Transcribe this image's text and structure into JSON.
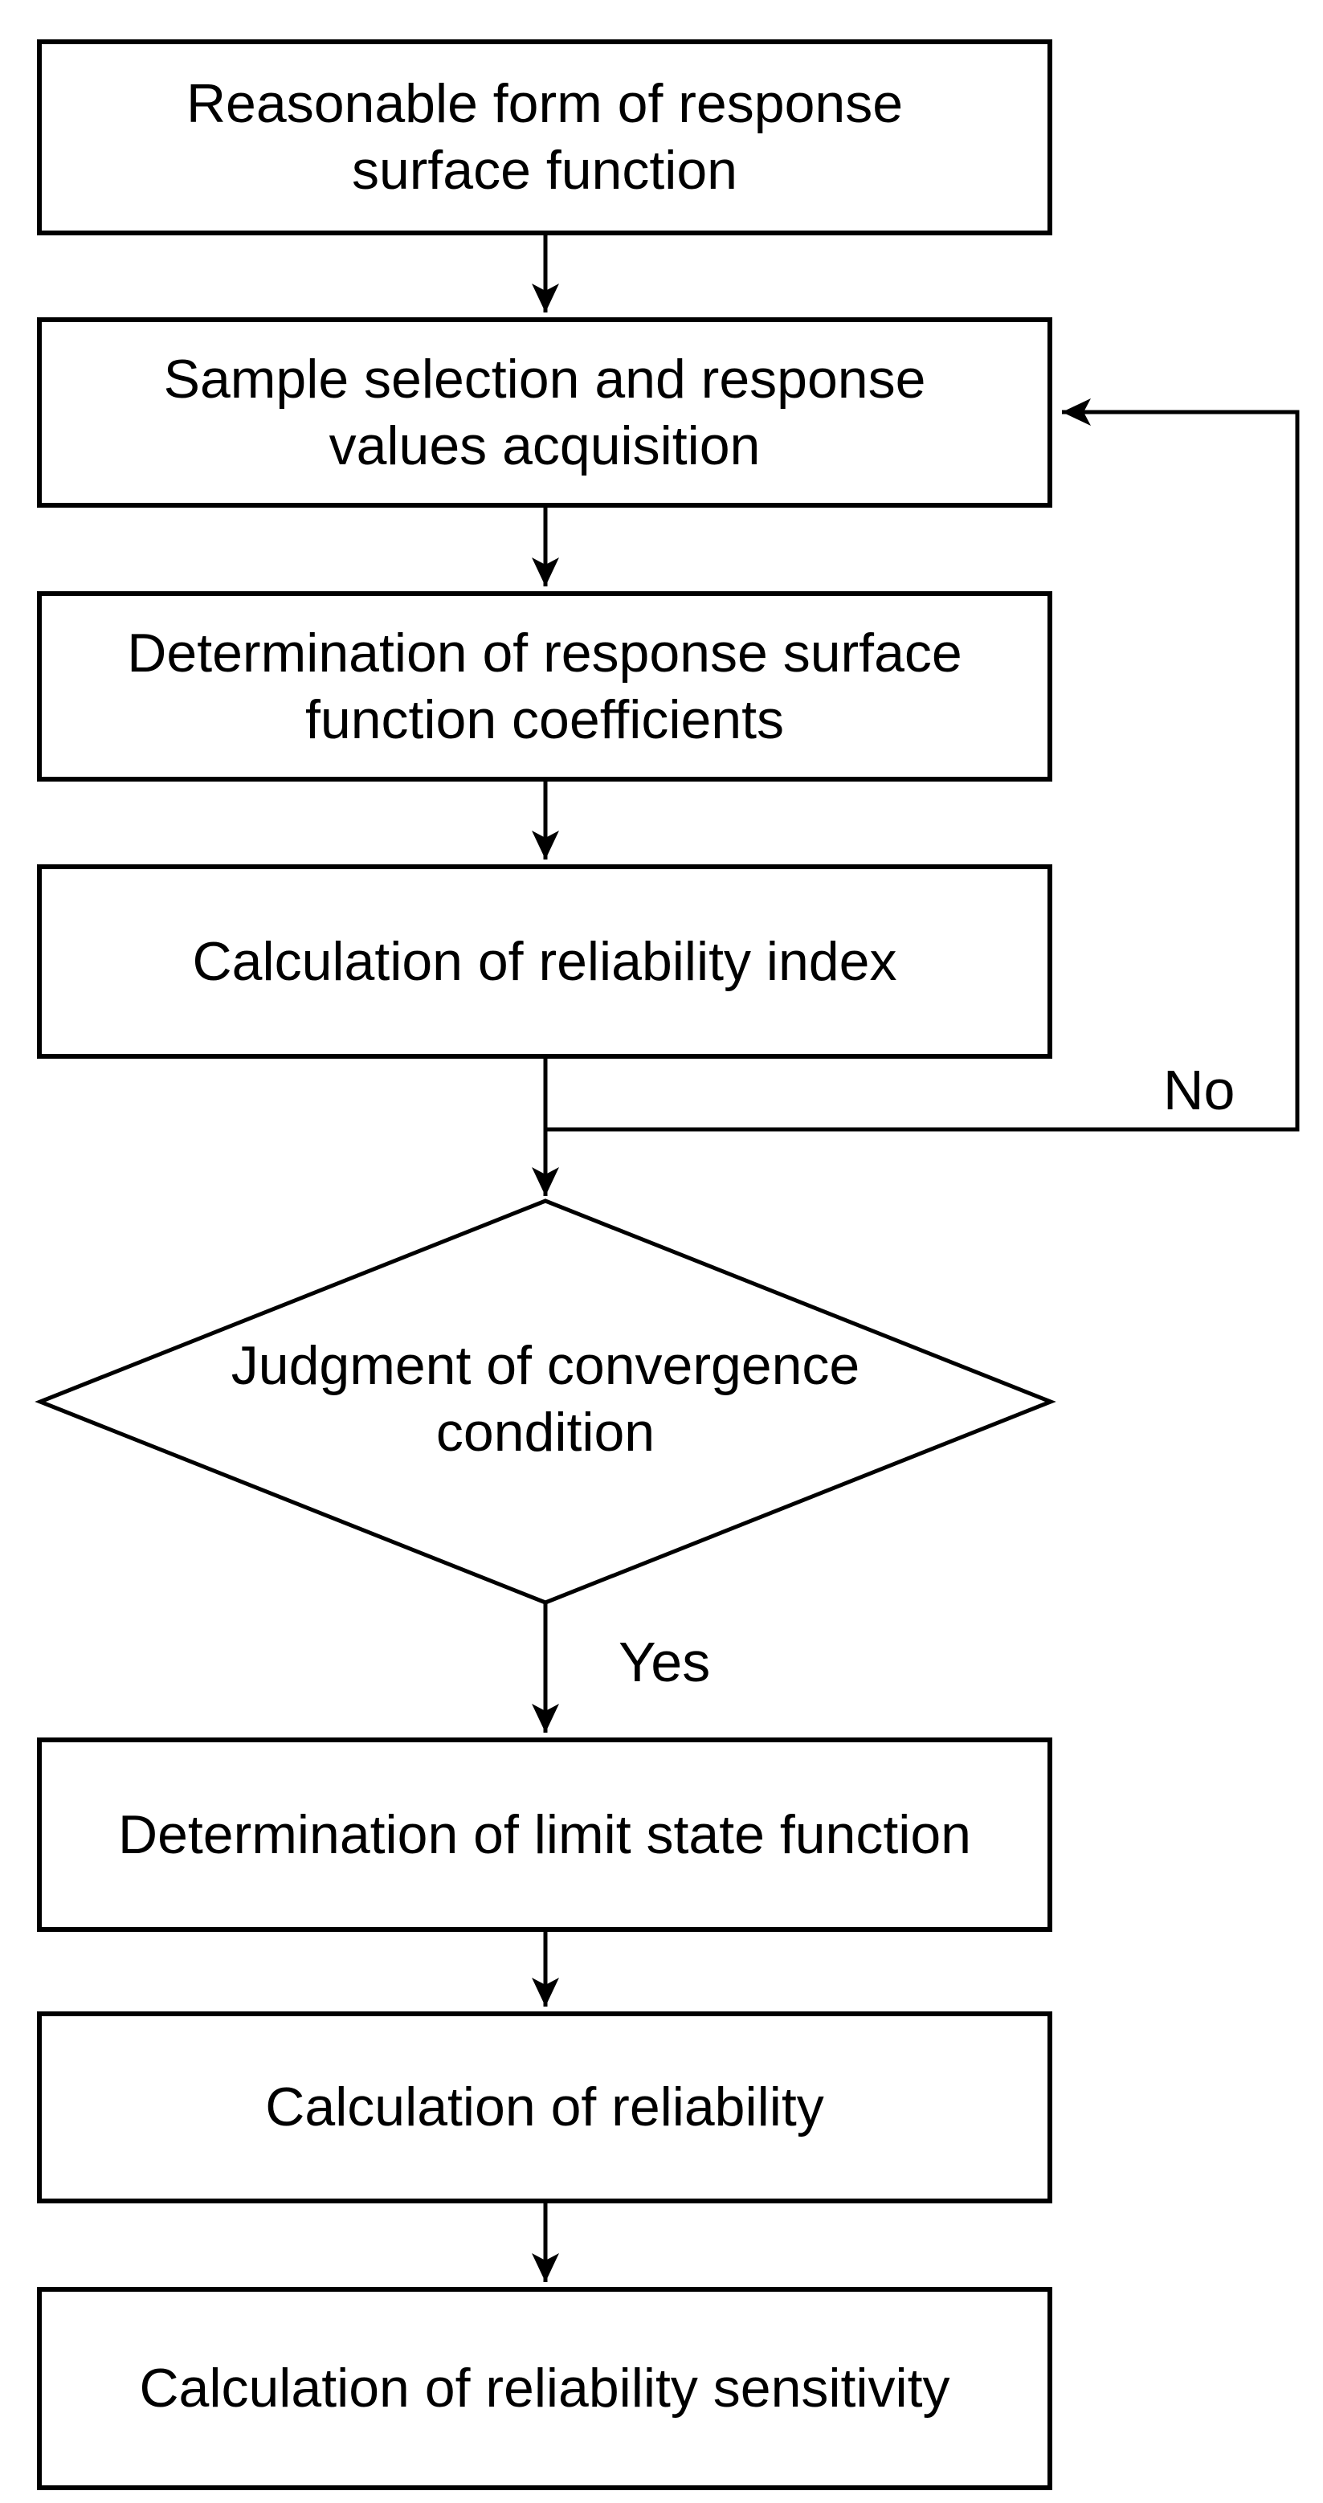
{
  "flowchart": {
    "colors": {
      "line": "#000000",
      "background": "#ffffff"
    },
    "nodes": [
      {
        "id": "reasonable-form",
        "type": "process",
        "label": "Reasonable form of response\nsurface function"
      },
      {
        "id": "sample-selection",
        "type": "process",
        "label": "Sample selection and response\nvalues acquisition"
      },
      {
        "id": "determine-coefficients",
        "type": "process",
        "label": "Determination of response surface\nfunction coefficients"
      },
      {
        "id": "calc-reliability-index",
        "type": "process",
        "label": "Calculation of reliability index"
      },
      {
        "id": "judgment-convergence",
        "type": "decision",
        "label": "Judgment of convergence\ncondition"
      },
      {
        "id": "determine-limit-state",
        "type": "process",
        "label": "Determination of limit state function"
      },
      {
        "id": "calc-reliability",
        "type": "process",
        "label": "Calculation of reliability"
      },
      {
        "id": "calc-reliability-sensitivity",
        "type": "process",
        "label": "Calculation of reliability sensitivity"
      }
    ],
    "edges": [
      {
        "from": "reasonable-form",
        "to": "sample-selection",
        "label": ""
      },
      {
        "from": "sample-selection",
        "to": "determine-coefficients",
        "label": ""
      },
      {
        "from": "determine-coefficients",
        "to": "calc-reliability-index",
        "label": ""
      },
      {
        "from": "calc-reliability-index",
        "to": "judgment-convergence",
        "label": ""
      },
      {
        "from": "judgment-convergence",
        "to": "sample-selection",
        "label": "No"
      },
      {
        "from": "judgment-convergence",
        "to": "determine-limit-state",
        "label": "Yes"
      },
      {
        "from": "determine-limit-state",
        "to": "calc-reliability",
        "label": ""
      },
      {
        "from": "calc-reliability",
        "to": "calc-reliability-sensitivity",
        "label": ""
      }
    ]
  }
}
